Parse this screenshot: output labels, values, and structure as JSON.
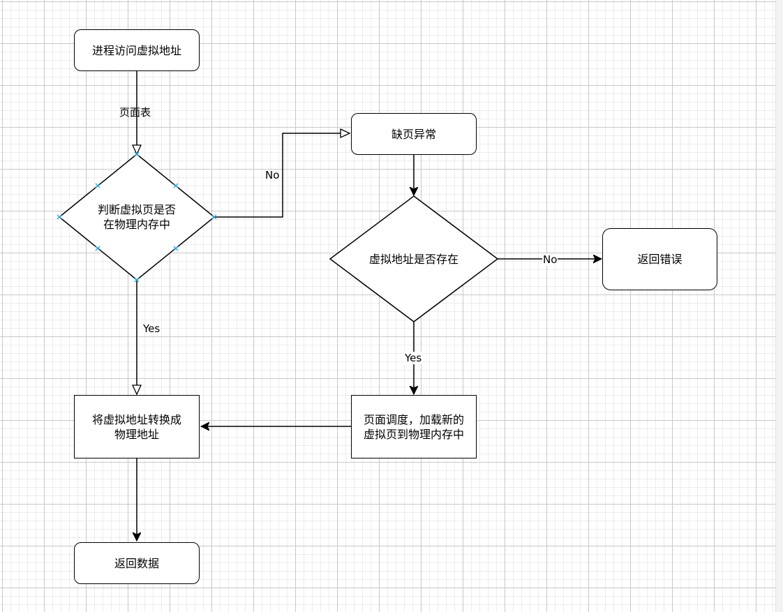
{
  "nodes": {
    "start": "进程访问虚拟地址",
    "check_memory": "判断虚拟页是否\n在物理内存中",
    "page_fault": "缺页异常",
    "check_address": "虚拟地址是否存在",
    "return_error": "返回错误",
    "page_in": "页面调度，加载新的\n虚拟页到物理内存中",
    "translate": "将虚拟地址转换成\n物理地址",
    "return_data": "返回数据"
  },
  "edges": {
    "page_table": "页面表",
    "no_1": "No",
    "yes_1": "Yes",
    "no_2": "No",
    "yes_2": "Yes"
  },
  "colors": {
    "line": "#000000",
    "selection_handle": "#29a9e1",
    "grid_major": "#c8c8c8",
    "grid_minor": "#ececec"
  }
}
